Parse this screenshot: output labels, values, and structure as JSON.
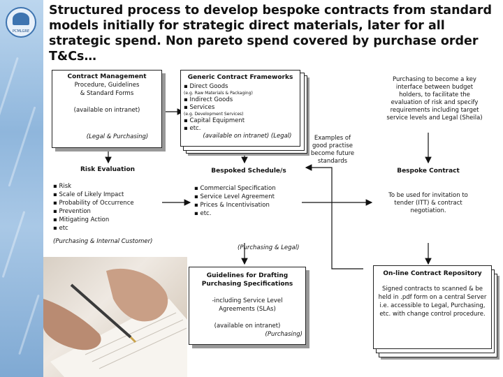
{
  "title": "Structured process to develop bespoke contracts from standard models initially for strategic direct materials, later for all strategic spend. Non pareto spend covered by purchase order T&Cs…",
  "logo_text": "PCMLGRE",
  "contract_management": {
    "heading": "Contract Management",
    "lines": [
      "Procedure, Guidelines",
      "& Standard Forms"
    ],
    "availability": "(available on intranet)",
    "owner": "(Legal & Purchasing)"
  },
  "generic_frameworks": {
    "heading": "Generic Contract Frameworks",
    "items": [
      "Direct Goods",
      "Indirect Goods",
      "Services",
      "Capital Equipment",
      "etc."
    ],
    "direct_note": "(e.g. Raw Materials & Packaging)",
    "services_note": "(e.g. Development Services)",
    "availability": "(available on intranet) (Legal)"
  },
  "purchasing_note": "Purchasing to become a key interface between budget holders, to facilitate the evaluation of risk and specify requirements including target service levels and Legal (Sheila)",
  "examples_note": "Examples of good practise become future standards",
  "risk_evaluation": {
    "heading": "Risk Evaluation",
    "items": [
      "Risk",
      "Scale of Likely Impact",
      "Probability of Occurrence",
      "Prevention",
      "Mitigating Action",
      "etc"
    ],
    "owner": "(Purchasing & Internal Customer)"
  },
  "bespoked_schedules": {
    "heading": "Bespoked Schedule/s",
    "items": [
      "Commercial Specification",
      "Service Level Agreement",
      "Prices & Incentivisation",
      "etc."
    ],
    "owner": "(Purchasing & Legal)"
  },
  "bespoke_contract": {
    "heading": "Bespoke Contract",
    "body": "To be used for invitation to tender (ITT) & contract negotiation."
  },
  "guidelines_box": {
    "heading": "Guidelines for Drafting Purchasing Specifications",
    "body": "-including Service Level Agreements (SLAs)",
    "availability": "(available on intranet)",
    "owner": "(Purchasing)"
  },
  "repository_box": {
    "heading": "On-line Contract Repository",
    "body": "Signed contracts to scanned & be held in .pdf form on a central Server i.e. accessible to Legal, Purchasing, etc. with change control procedure."
  },
  "colors": {
    "shadow": "#999999",
    "sidebar": "#8fb6dc",
    "logo": "#3e74b0"
  }
}
